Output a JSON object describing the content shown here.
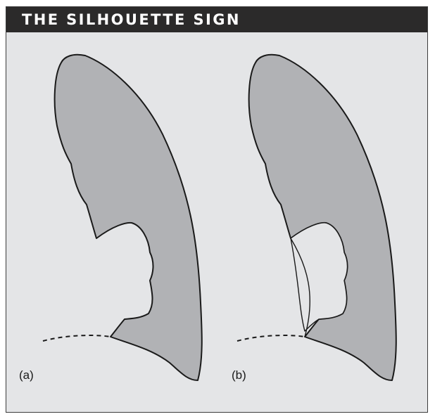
{
  "title": "THE SILHOUETTE SIGN",
  "panels": [
    {
      "label": "(a)"
    },
    {
      "label": "(b)"
    }
  ],
  "colors": {
    "title_bar": "#2b2a2a",
    "title_text": "#ffffff",
    "background": "#e4e5e7",
    "lung_fill": "#b1b2b5",
    "cutout_fill": "#e4e5e7",
    "outline": "#1a1a1a"
  }
}
